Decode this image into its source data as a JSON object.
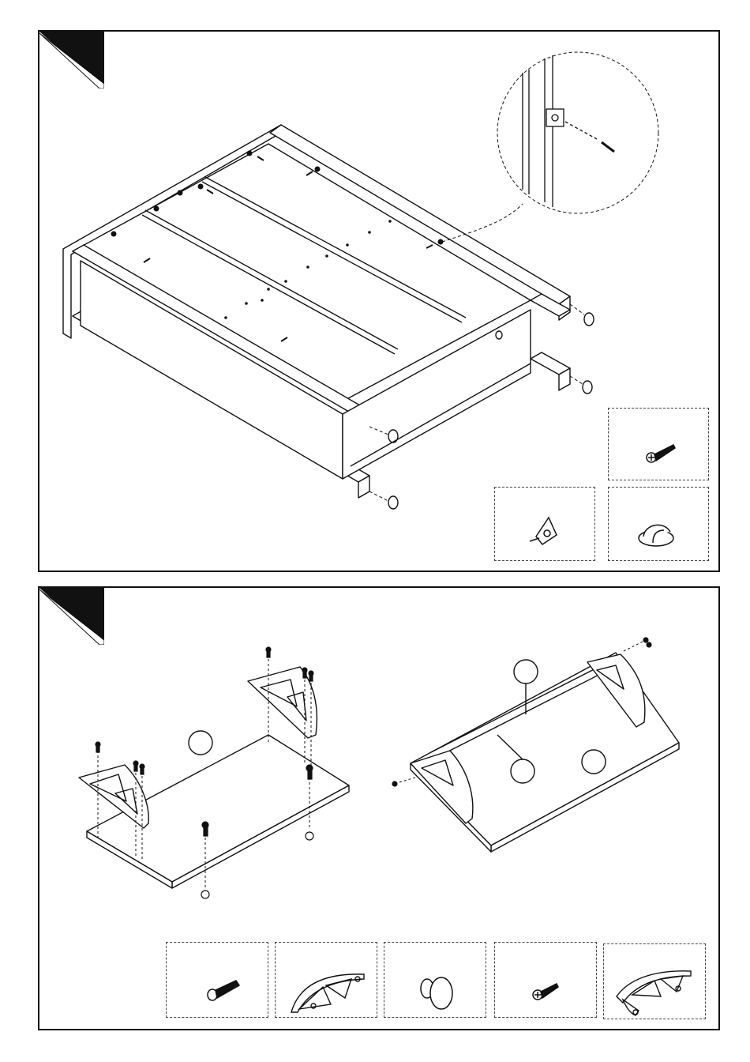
{
  "steps": [
    {
      "id": "step-1",
      "number": "",
      "hardware": [
        {
          "name": "screw-long",
          "icon": "screw-icon",
          "qty": ""
        },
        {
          "name": "corner-bracket",
          "icon": "corner-bracket-icon",
          "qty": ""
        },
        {
          "name": "felt-pad",
          "icon": "felt-pad-icon",
          "qty": ""
        }
      ]
    },
    {
      "id": "step-2",
      "number": "",
      "callouts": [
        "",
        "",
        "",
        ""
      ],
      "hardware": [
        {
          "name": "bolt",
          "icon": "bolt-icon",
          "qty": ""
        },
        {
          "name": "hinge-bracket-left",
          "icon": "hinge-bracket-icon",
          "qty": ""
        },
        {
          "name": "knob",
          "icon": "knob-icon",
          "qty": ""
        },
        {
          "name": "screw-short",
          "icon": "screw-icon",
          "qty": ""
        },
        {
          "name": "hinge-bracket-right",
          "icon": "hinge-bracket-icon",
          "qty": ""
        }
      ]
    }
  ],
  "colors": {
    "line": "#111111",
    "paper": "#ffffff",
    "tab": "#111111"
  }
}
